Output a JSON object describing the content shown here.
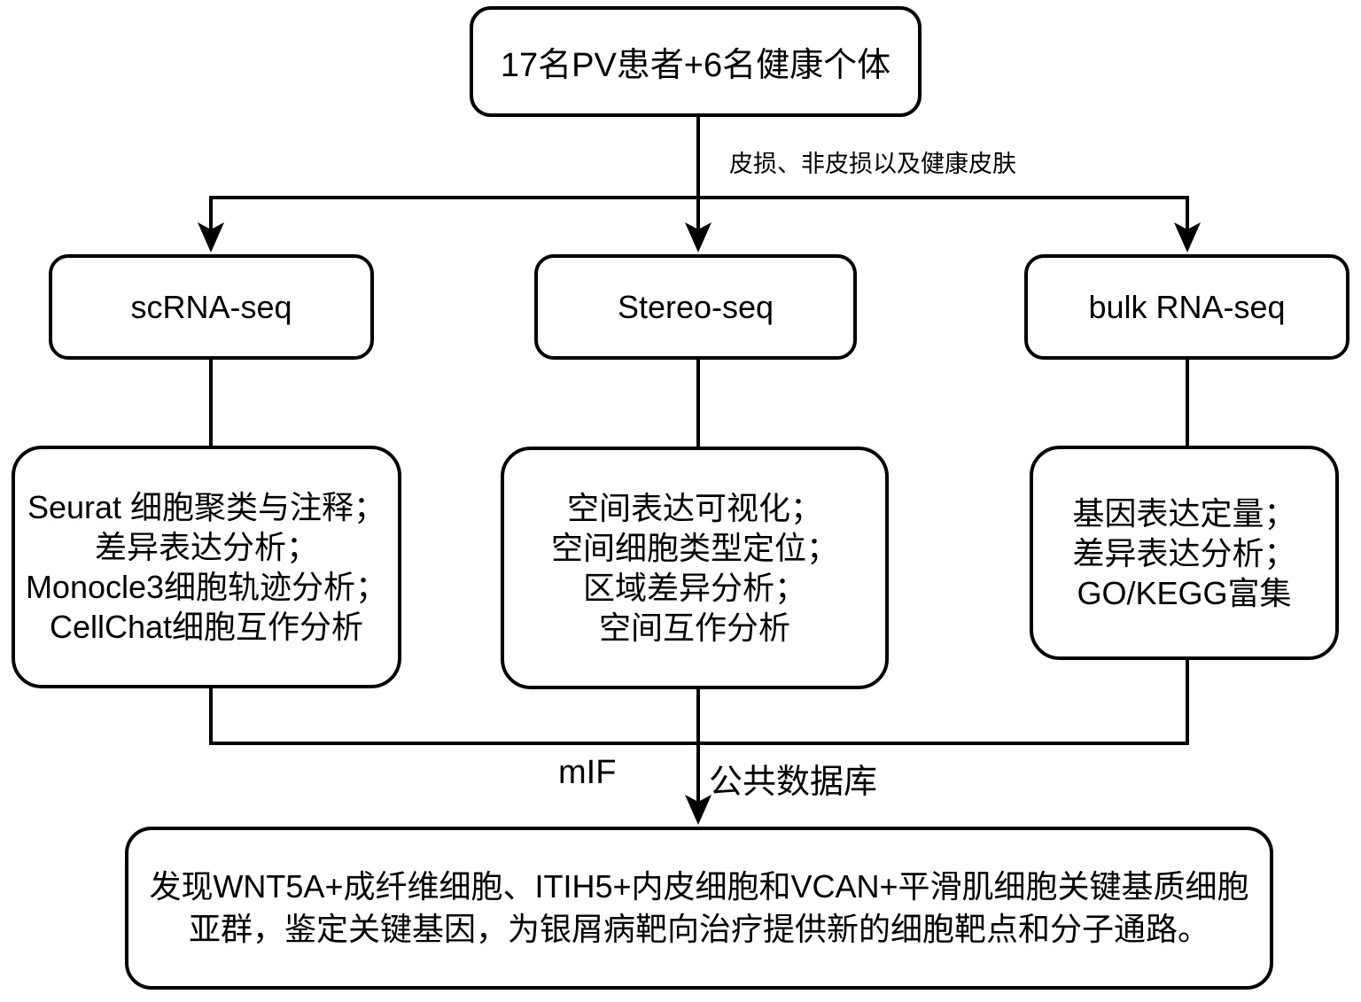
{
  "colors": {
    "stroke": "#000000",
    "background": "#ffffff",
    "text": "#000000"
  },
  "flowchart": {
    "source_label": "17名PV患者+6名健康个体",
    "branch_label": "皮损、非皮损以及健康皮肤",
    "methods": [
      {
        "label": "scRNA-seq"
      },
      {
        "label": "Stereo-seq"
      },
      {
        "label": "bulk RNA-seq"
      }
    ],
    "analyses": [
      {
        "lines": [
          "Seurat 细胞聚类与注释；",
          "差异表达分析；",
          "Monocle3细胞轨迹分析；",
          "CellChat细胞互作分析"
        ]
      },
      {
        "lines": [
          "空间表达可视化；",
          "空间细胞类型定位；",
          "区域差异分析；",
          "空间互作分析"
        ]
      },
      {
        "lines": [
          "基因表达定量；",
          "差异表达分析；",
          "GO/KEGG富集"
        ]
      }
    ],
    "integration_labels": {
      "mif": "mIF",
      "public_db": "公共数据库"
    },
    "conclusion": {
      "lines": [
        "发现WNT5A+成纤维细胞、ITIH5+内皮细胞和VCAN+平滑肌细胞关键基质细胞",
        "亚群，鉴定关键基因，为银屑病靶向治疗提供新的细胞靶点和分子通路。"
      ]
    }
  }
}
